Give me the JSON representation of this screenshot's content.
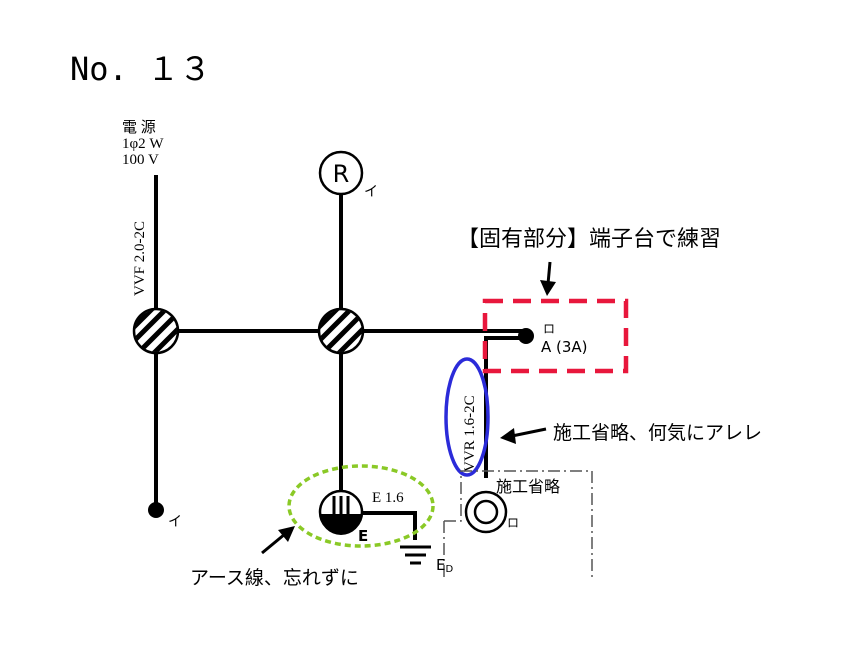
{
  "page_title": "No. １３",
  "power_source": {
    "line1": "電 源",
    "line2": "1φ2 W",
    "line3": "100 V"
  },
  "cables": {
    "main": "VVF 2.0-2C",
    "terminal": "VVR 1.6-2C"
  },
  "lamp": {
    "symbol": "R",
    "tag": "イ"
  },
  "switch_i_tag": "イ",
  "terminal": {
    "tag": "ロ",
    "rating": "A (3A)"
  },
  "outlet": {
    "earth_wire": "E 1.6",
    "earth_label": "E",
    "ground_label": "ED"
  },
  "receptacle_tag": "ロ",
  "omitted_box_label": "施工省略",
  "notes": {
    "terminal_practice": "【固有部分】端子台で練習",
    "omission_note": "施工省略、何気にアレレ",
    "earth_note": "アース線、忘れずに"
  },
  "colors": {
    "wire": "#000000",
    "highlight_terminal": "#e8173c",
    "highlight_cable": "#2b2bd9",
    "highlight_earth": "#8ac926"
  }
}
